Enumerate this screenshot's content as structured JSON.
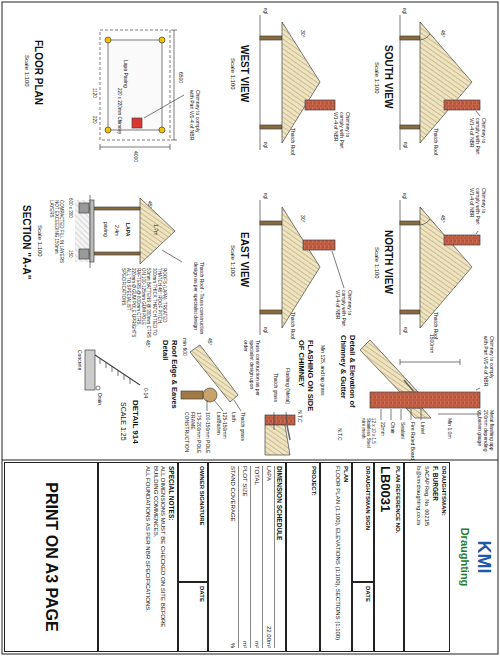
{
  "diagram": {
    "nodes": [
      {
        "text": [
          "KMI",
          "Draughting"
        ]
      },
      {
        "text": [
          "DRAUGHTSMAN:",
          "F. BURGER",
          "SACAP Reg. No. 0021/5",
          "lb@kmidraughting.co.za"
        ]
      },
      {
        "text": [
          "PLAN REFERENCE NO.",
          "LB0031"
        ]
      },
      {
        "text": [
          "DRAUGHTSMAN SIGN"
        ]
      },
      {
        "text": [
          "DATE"
        ]
      },
      {
        "text": [
          "PLAN",
          "FLOOR PLAN (1:100), ELEVATIONS (1:100), SECTIONS (1:100)"
        ]
      },
      {
        "text": [
          "PROJECT:"
        ]
      },
      {
        "text": [
          "DIMENSION SCHEDULE",
          "LAPA",
          "22.00m²",
          "TOTAL",
          "m²",
          "PLOT SIZE",
          "m²",
          "STAND COVERAGE",
          "%"
        ]
      },
      {
        "text": [
          "OWNER SIGNATURE"
        ]
      },
      {
        "text": [
          "DATE"
        ]
      },
      {
        "text": [
          "SPECIAL NOTES:",
          "ALL DIMENSIONS MUST BE CHECKED ON SITE BEFORE BUILDING COMMENCES.",
          "ALL FOUNDATIONS AS PER NBR SPECIFICATIONS."
        ]
      },
      {
        "text": [
          "PRINT ON A3 PAGE"
        ]
      }
    ],
    "labels": [
      "SOUTH VIEW",
      "Scale 1:100",
      "45°",
      "Chimney to comply with Part V/1-4 of NBR",
      "Thatch Roof",
      "ngl",
      "ngl",
      "NORTH VIEW",
      "Scale 1:100",
      "45°",
      "Chimney to comply with Part V/1-4 of NBR",
      "Thatch Roof",
      "ngl",
      "ngl",
      "WEST VIEW",
      "Scale 1:100",
      "30°",
      "Chimney to comply with Part V/1-4 of NBR",
      "Thatch Roof",
      "ngl",
      "ngl",
      "EAST VIEW",
      "Scale 1:100",
      "30°",
      "Chimney to comply with Part V/1-4 of NBR",
      "Thatch Roof",
      "ngl",
      "ngl",
      "FLOOR PLAN",
      "Scale 1:100",
      "6500",
      "4000",
      "Lapa Paving",
      "220 x 220mm Chimney",
      "Chimney to comply with Part V/1-4 of NBR",
      "220",
      "1120",
      "SECTION \"A-A\"",
      "Scale 1:100",
      "45°",
      "Thatch Roof - Truss construction design as per specialist design",
      "LAPA",
      "2.4m",
      "1.7m",
      "paving",
      "600 x 300",
      "150",
      "ROOFS (LAPA): TREATED THATCH 45° ROOF PITCH, 300mm THICK THATCH TIED TO 50mm BATTENS @ 300mm CTRS ON 100-125mm GUM POLE RAFTERS @ 600mm CTRS, 220mm Ø GUM POLE UPRIGHTS ALL TO SPECIALIST SPECIFICATIONS.",
      "COMPACTED FILL IN LAYERS NOT EXCEEDING 150mm LAYERS",
      "Metal flashing app 200mm depending on batten gauge",
      "Chimney to comply with Part V/1-4 of NBR",
      "Min 1.0m",
      "1500mm",
      "Lintel",
      "Fire Rated Board",
      "Sealant",
      "Chair",
      "22mm",
      "12 x 10 x 1.5 Stainless Steel wire mesh",
      "Detail & Elevation of Chimney & Gutter",
      "N.T.C",
      "FLASHING ON SIDE OF CHIMNEY",
      "N.T.C",
      "Min 125, and lap grass",
      "Flashing (Metal)",
      "Thatch grass",
      "Truss construction as per specialist design upon order",
      "45°",
      "Thatch grass",
      "Lath",
      "125-150mm Lat/Batten",
      "100-150mm POLE",
      "175-200mm POLE FRAME CONSTRUCTION",
      "min 600",
      "Roof Edge & Eaves Detail",
      "DETAIL 914",
      "SCALE 1:25",
      "45°",
      "Drain",
      "Concrete",
      "0-14"
    ]
  }
}
